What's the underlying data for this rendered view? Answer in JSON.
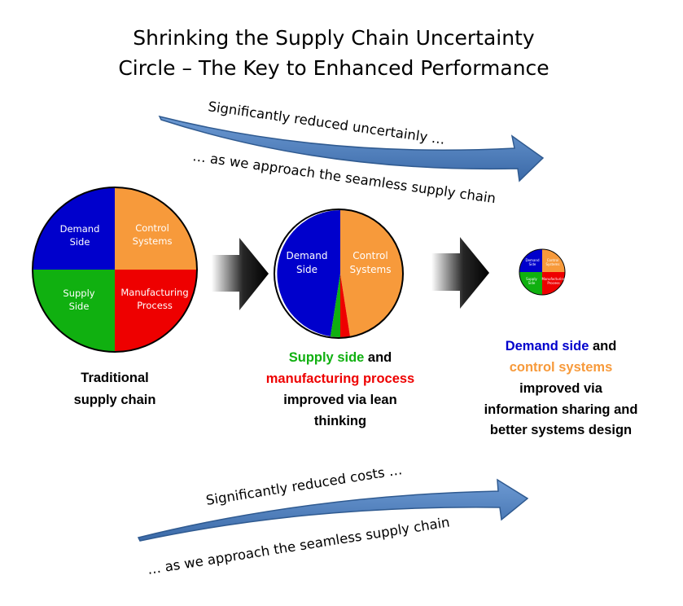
{
  "title": {
    "line1": "Shrinking the Supply Chain Uncertainty",
    "line2": "Circle – The Key to Enhanced Performance"
  },
  "top_arrow": {
    "upper_text": "Significantly reduced uncertainly …",
    "lower_text": "… as we approach the seamless supply chain"
  },
  "bottom_arrow": {
    "upper_text": "Significantly reduced costs …",
    "lower_text": "… as we approach the seamless supply chain"
  },
  "colors": {
    "demand": "#0000cc",
    "control": "#f79a3b",
    "supply": "#10b010",
    "manufacturing": "#ee0000",
    "arrow_blue": "#4f81bd"
  },
  "pies": {
    "traditional": {
      "demand_label": [
        "Demand",
        "Side"
      ],
      "control_label": [
        "Control",
        "Systems"
      ],
      "supply_label": [
        "Supply",
        "Side"
      ],
      "manufacturing_label": [
        "Manufacturing",
        "Process"
      ],
      "shares_percent": {
        "demand": 25,
        "control": 25,
        "manufacturing": 25,
        "supply": 25
      }
    },
    "lean": {
      "demand_label": [
        "Demand",
        "Side"
      ],
      "control_label": [
        "Control",
        "Systems"
      ],
      "shares_percent": {
        "demand": 47,
        "control": 47,
        "manufacturing": 3,
        "supply": 3
      }
    },
    "seamless": {
      "demand_label": [
        "Demand",
        "Side"
      ],
      "control_label": [
        "Control",
        "Systems"
      ],
      "supply_label": [
        "Supply",
        "Side"
      ],
      "manufacturing_label": [
        "Manufacturing",
        "Process"
      ],
      "shares_percent": {
        "demand": 25,
        "control": 25,
        "manufacturing": 25,
        "supply": 25
      }
    }
  },
  "captions": {
    "traditional": [
      "Traditional",
      "supply chain"
    ],
    "lean": {
      "supply": "Supply side",
      "and1": " and",
      "manufacturing": "manufacturing process",
      "line3": "improved via lean",
      "line4": "thinking"
    },
    "seamless": {
      "demand": "Demand side",
      "and1": " and",
      "control": "control systems",
      "line3": "improved via",
      "line4": "information sharing and",
      "line5": "better systems design"
    }
  }
}
